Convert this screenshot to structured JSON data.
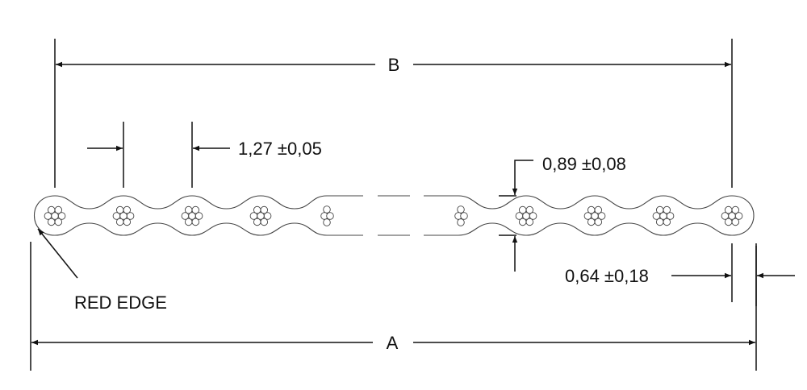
{
  "title": "Flat ribbon cable cross-section",
  "dimensions": {
    "overall_width": "A",
    "conductor_span": "B",
    "pitch": "1,27 ±0,05",
    "thickness": "0,89 ±0,08",
    "edge_margin": "0,64 ±0,18"
  },
  "labels": {
    "red_edge": "RED EDGE"
  },
  "cable": {
    "left_conductors_full": 4,
    "right_conductors_full": 4,
    "strands_per_conductor": 7
  }
}
